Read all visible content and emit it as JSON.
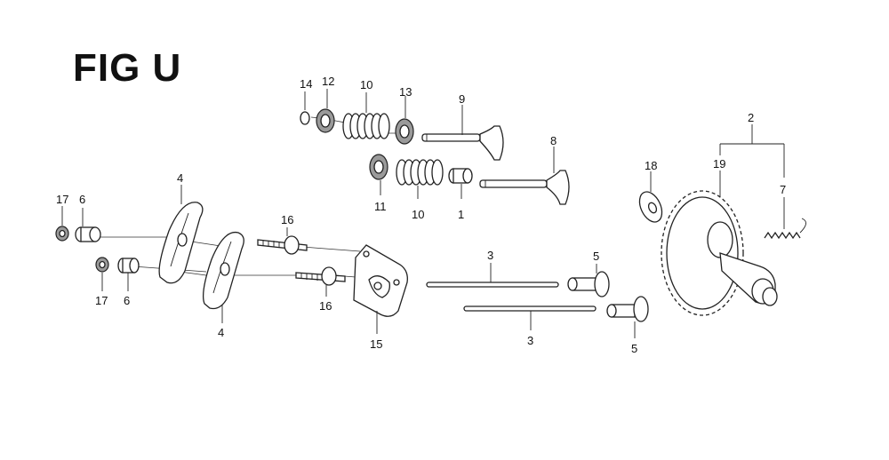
{
  "figure": {
    "title": "FIG U"
  },
  "callouts": [
    {
      "id": "c14",
      "text": "14"
    },
    {
      "id": "c12",
      "text": "12"
    },
    {
      "id": "c10a",
      "text": "10"
    },
    {
      "id": "c13",
      "text": "13"
    },
    {
      "id": "c9",
      "text": "9"
    },
    {
      "id": "c8",
      "text": "8"
    },
    {
      "id": "c11",
      "text": "11"
    },
    {
      "id": "c10b",
      "text": "10"
    },
    {
      "id": "c1",
      "text": "1"
    },
    {
      "id": "c18",
      "text": "18"
    },
    {
      "id": "c2",
      "text": "2"
    },
    {
      "id": "c19",
      "text": "19"
    },
    {
      "id": "c7",
      "text": "7"
    },
    {
      "id": "c17a",
      "text": "17"
    },
    {
      "id": "c6a",
      "text": "6"
    },
    {
      "id": "c4a",
      "text": "4"
    },
    {
      "id": "c16a",
      "text": "16"
    },
    {
      "id": "c17b",
      "text": "17"
    },
    {
      "id": "c6b",
      "text": "6"
    },
    {
      "id": "c4b",
      "text": "4"
    },
    {
      "id": "c16b",
      "text": "16"
    },
    {
      "id": "c15",
      "text": "15"
    },
    {
      "id": "c3a",
      "text": "3"
    },
    {
      "id": "c3b",
      "text": "3"
    },
    {
      "id": "c5a",
      "text": "5"
    },
    {
      "id": "c5b",
      "text": "5"
    }
  ]
}
